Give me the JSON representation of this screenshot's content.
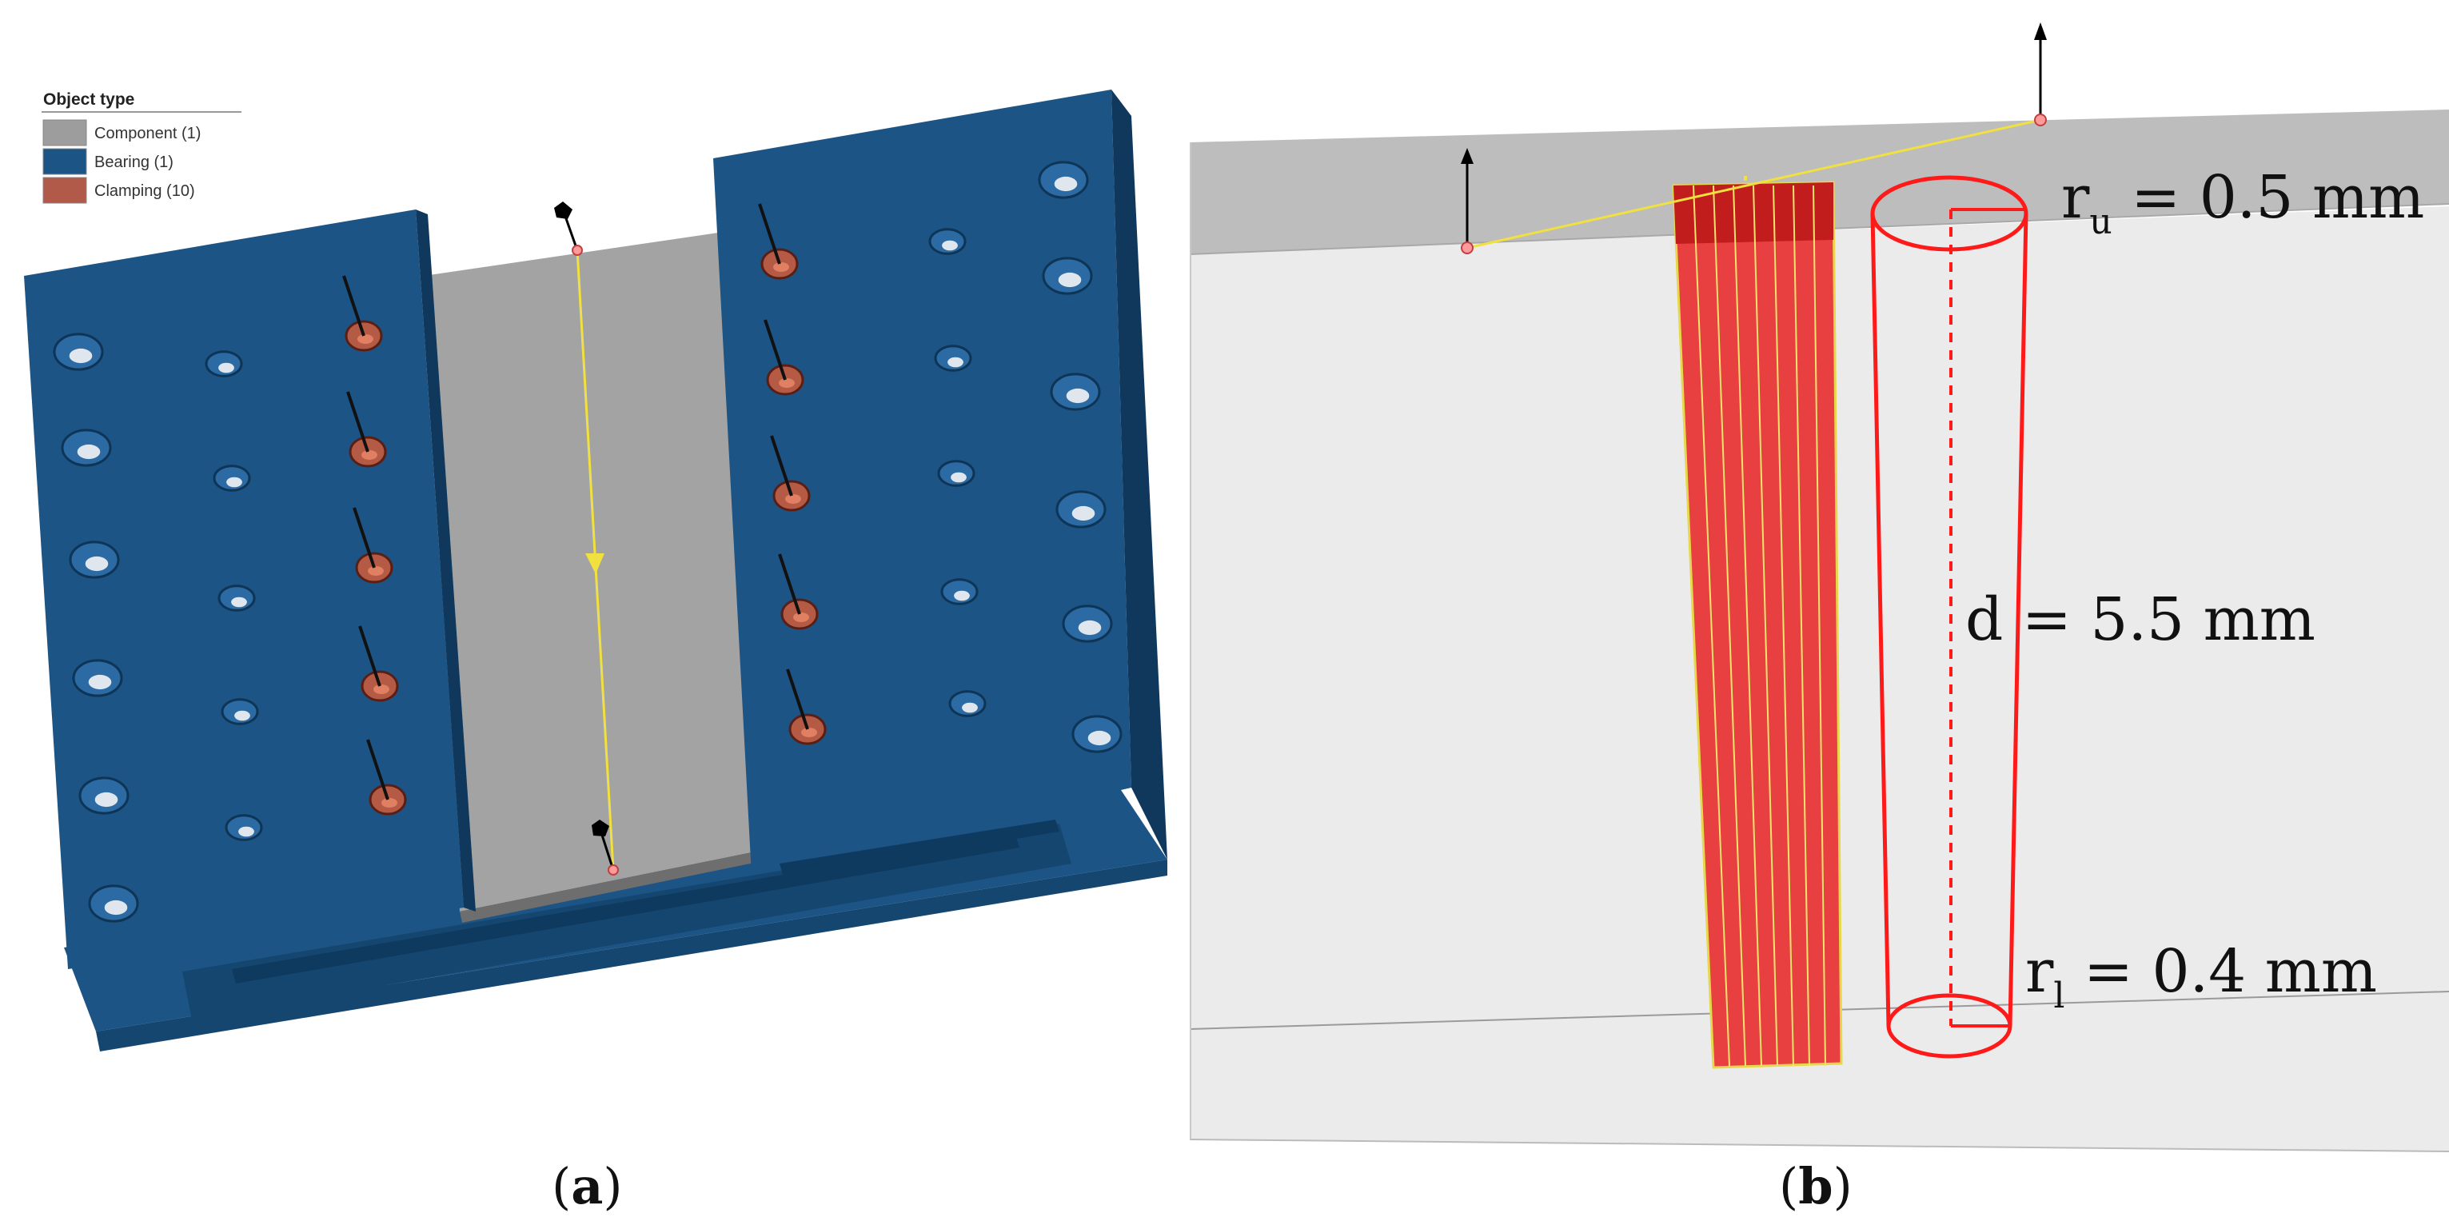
{
  "legend": {
    "title": "Object type",
    "items": [
      {
        "label": "Component (1)",
        "color": "#9d9d9d"
      },
      {
        "label": "Bearing (1)",
        "color": "#1b5485"
      },
      {
        "label": "Clamping (10)",
        "color": "#b25a4a"
      }
    ]
  },
  "colors": {
    "bearing": "#1b5485",
    "bearing_dark": "#154670",
    "bearing_side": "#10385c",
    "component": "#a3a3a3",
    "clamp": "#b55b45",
    "path_line": "#f0e040",
    "bead": "#e84040",
    "bead_outline": "#ff1a1a",
    "panel_light": "#ebebeb",
    "panel_top": "#bdbdbd"
  },
  "dimensions": {
    "upper": {
      "main": "r",
      "sub": "u",
      "value": " = 0.5 mm"
    },
    "distance": {
      "text": "d = 5.5 mm"
    },
    "lower": {
      "main": "r",
      "sub": "l",
      "value": " = 0.4 mm"
    }
  },
  "captions": {
    "a": {
      "open": "(",
      "letter": "a",
      "close": ")"
    },
    "b": {
      "open": "(",
      "letter": "b",
      "close": ")"
    }
  }
}
